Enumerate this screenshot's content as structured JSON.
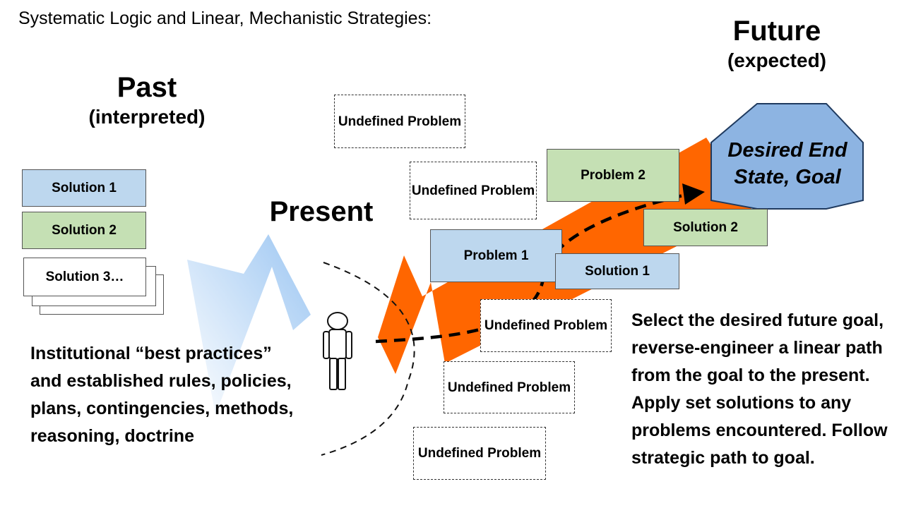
{
  "title": "Systematic Logic and Linear, Mechanistic Strategies:",
  "past": {
    "heading": "Past",
    "subheading": "(interpreted)"
  },
  "present": {
    "heading": "Present"
  },
  "future": {
    "heading": "Future",
    "subheading": "(expected)"
  },
  "solutions_left": [
    "Solution 1",
    "Solution 2",
    "Solution 3…"
  ],
  "undefined_problem": "Undefined Problem",
  "path": {
    "problem_1": "Problem 1",
    "problem_2": "Problem 2",
    "solution_1": "Solution 1",
    "solution_2": "Solution 2"
  },
  "goal": "Desired End State, Goal",
  "left_text": "Institutional “best practices” and established rules, policies, plans, contingencies, methods, reasoning, doctrine",
  "right_text": "Select the desired future goal, reverse-engineer a linear path from the goal to the present. Apply set solutions to any problems encountered. Follow strategic path to goal.",
  "colors": {
    "orange_arrow": "#ff6600",
    "blue_box": "#bdd7ee",
    "green_box": "#c5e0b4",
    "goal_fill": "#8db4e2"
  },
  "icons": [
    "person-icon",
    "blue-gradient-arrow",
    "orange-arrow",
    "dashed-path-arrow"
  ]
}
